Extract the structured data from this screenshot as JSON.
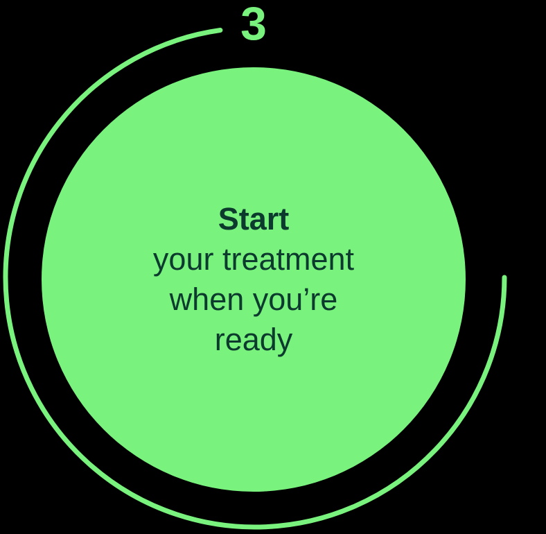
{
  "palette": {
    "green": "#79F27E",
    "dark": "#0C3B2E",
    "background": "#000000"
  },
  "step": {
    "number": "3",
    "heading": "Start",
    "lines": [
      "your treatment",
      "when you’re",
      "ready"
    ]
  }
}
